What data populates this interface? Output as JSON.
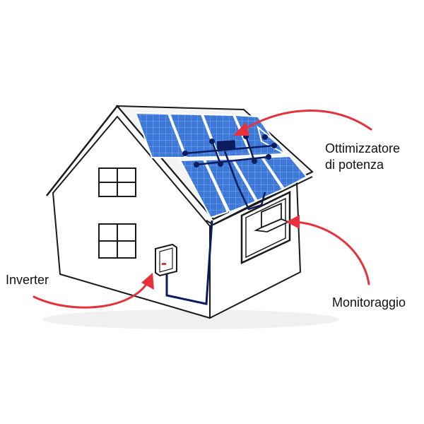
{
  "labels": {
    "optimizer_line1": "Ottimizzatore",
    "optimizer_line2": "di potenza",
    "inverter": "Inverter",
    "monitoring": "Monitoraggio"
  },
  "colors": {
    "panel": "#3d78d8",
    "panel_grid": "#8fb6ee",
    "arrow": "#e8303a",
    "outline": "#1a1a1a",
    "wiring": "#0b1d5e"
  }
}
